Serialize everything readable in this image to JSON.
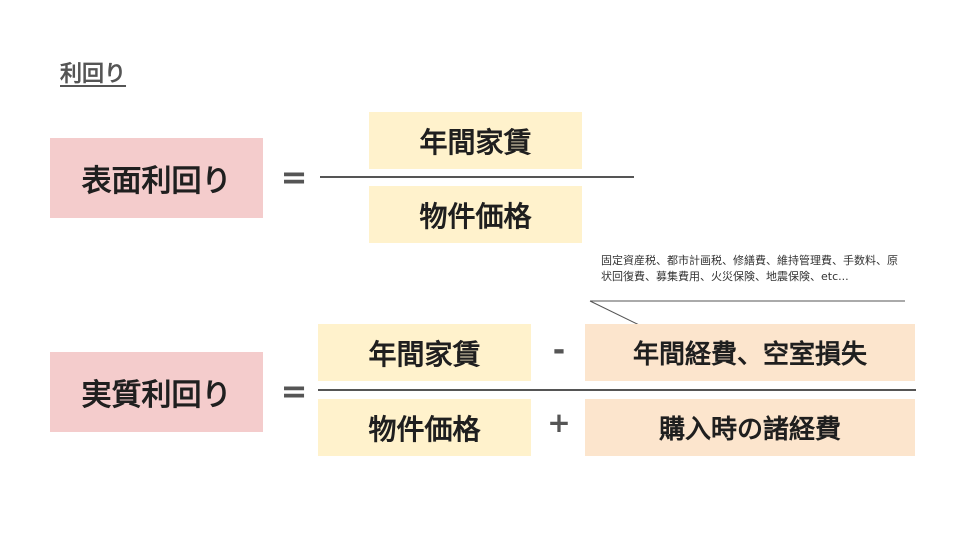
{
  "title": "利回り",
  "surface": {
    "label": "表面利回り",
    "equals": "=",
    "numerator": "年間家賃",
    "denominator": "物件価格"
  },
  "actual": {
    "label": "実質利回り",
    "equals": "=",
    "numerator_a": "年間家賃",
    "minus": "-",
    "numerator_b": "年間経費、空室損失",
    "denominator_a": "物件価格",
    "plus": "+",
    "denominator_b": "購入時の諸経費"
  },
  "expense_note": "固定資産税、都市計画税、修繕費、維持管理費、手数料、原状回復費、募集費用、火災保険、地震保険、etc...",
  "colors": {
    "pink": "#f4cccc",
    "yellow": "#fff2cc",
    "peach": "#fce5cd",
    "line": "#555555"
  }
}
